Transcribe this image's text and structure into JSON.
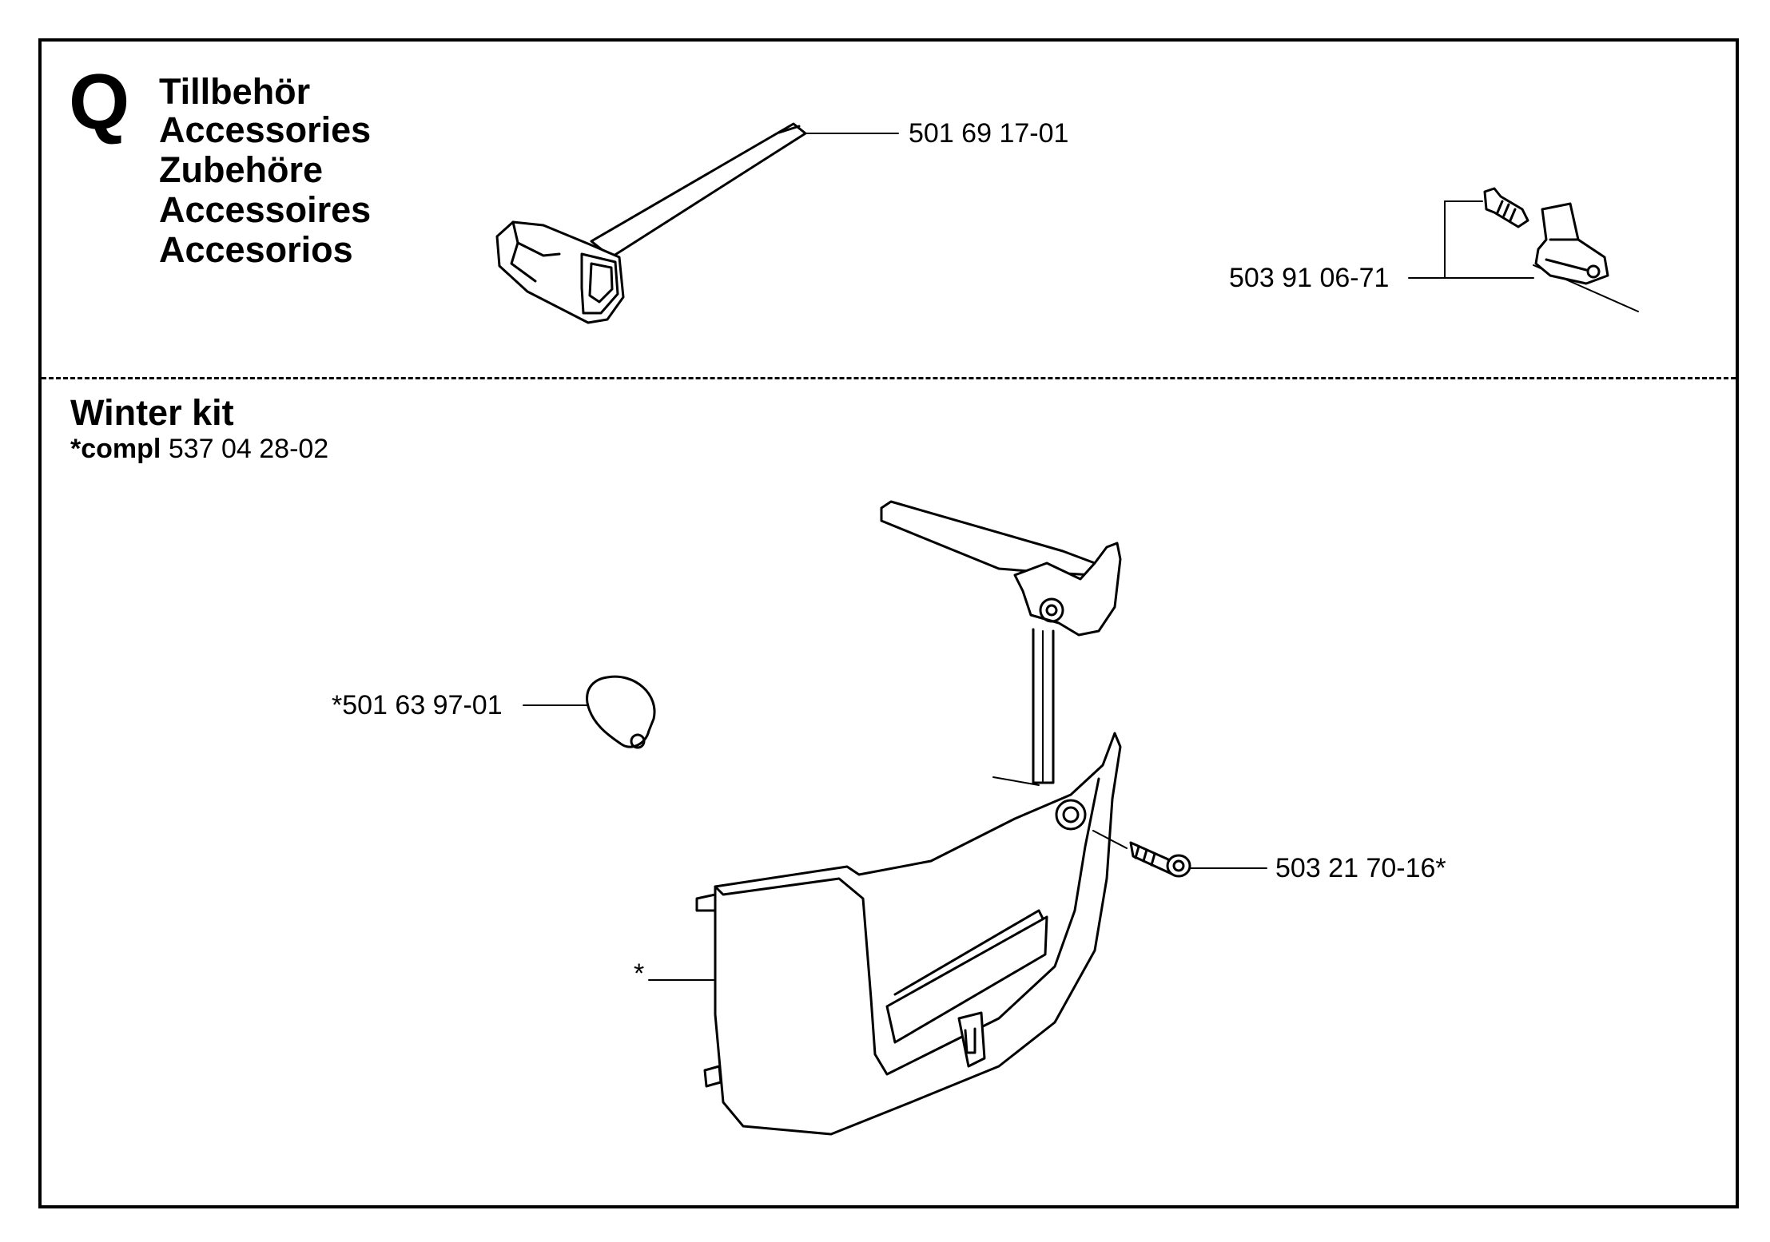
{
  "section": {
    "letter": "Q",
    "titles": [
      "Tillbehör",
      "Accessories",
      "Zubehöre",
      "Accessoires",
      "Accesorios"
    ]
  },
  "winter_kit": {
    "title": "Winter kit",
    "compl_label": "*compl",
    "compl_number": "537 04 28-02"
  },
  "parts": [
    {
      "id": "scrench",
      "number": "501 69 17-01"
    },
    {
      "id": "bar-bolt-clip",
      "number": "503 91 06-71"
    },
    {
      "id": "cover-plate",
      "number": "*501 63 97-01"
    },
    {
      "id": "screw",
      "number": "503 21 70-16*"
    },
    {
      "id": "side-cover",
      "number": "*"
    }
  ]
}
